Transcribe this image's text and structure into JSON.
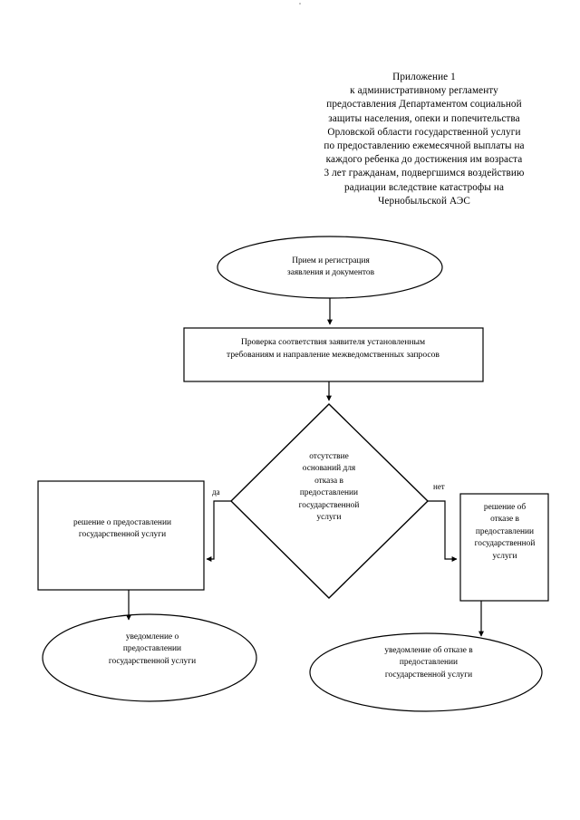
{
  "document": {
    "title": "Приложение 1 — блок-схема предоставления государственной услуги",
    "background_color": "#ffffff",
    "ink_color": "#000000"
  },
  "header": {
    "lines": [
      "Приложение 1",
      "к административному регламенту",
      "предоставления Департаментом социальной",
      "защиты населения, опеки и попечительства",
      "Орловской области государственной услуги",
      "по предоставлению ежемесячной выплаты на",
      "каждого ребенка до достижения им возраста",
      "3 лет гражданам, подвергшимся воздействию",
      "радиации вследствие катастрофы на",
      "Чернобыльской АЭС"
    ]
  },
  "flowchart": {
    "type": "flowchart",
    "orientation": "top-to-bottom",
    "nodes": [
      {
        "id": "start",
        "shape": "ellipse",
        "text": "Прием и регистрация\nзаявления и документов"
      },
      {
        "id": "check",
        "shape": "rectangle",
        "text": "Проверка соответствия заявителя установленным\nтребованиям и направление межведомственных запросов"
      },
      {
        "id": "decision",
        "shape": "diamond",
        "text": "отсутствие\nоснований для\nотказа в\nпредоставлении\nгосударственной\nуслуги"
      },
      {
        "id": "grant",
        "shape": "rectangle",
        "text": "решение о предоставлении\nгосударственной услуги"
      },
      {
        "id": "refuse",
        "shape": "rectangle",
        "text": "решение об\nотказе в\nпредоставлении\nгосударственной\nуслуги"
      },
      {
        "id": "notify-grant",
        "shape": "ellipse",
        "text": "уведомление о\nпредоставлении\nгосударственной услуги"
      },
      {
        "id": "notify-refuse",
        "shape": "ellipse",
        "text": "уведомление об отказе в\nпредоставлении\nгосударственной услуги"
      }
    ],
    "edges": [
      {
        "from": "start",
        "to": "check",
        "label": ""
      },
      {
        "from": "check",
        "to": "decision",
        "label": ""
      },
      {
        "from": "decision",
        "to": "grant",
        "label": "да"
      },
      {
        "from": "decision",
        "to": "refuse",
        "label": "нет"
      },
      {
        "from": "grant",
        "to": "notify-grant",
        "label": ""
      },
      {
        "from": "refuse",
        "to": "notify-refuse",
        "label": ""
      }
    ],
    "labels": {
      "yes": "да",
      "no": "нет"
    }
  }
}
